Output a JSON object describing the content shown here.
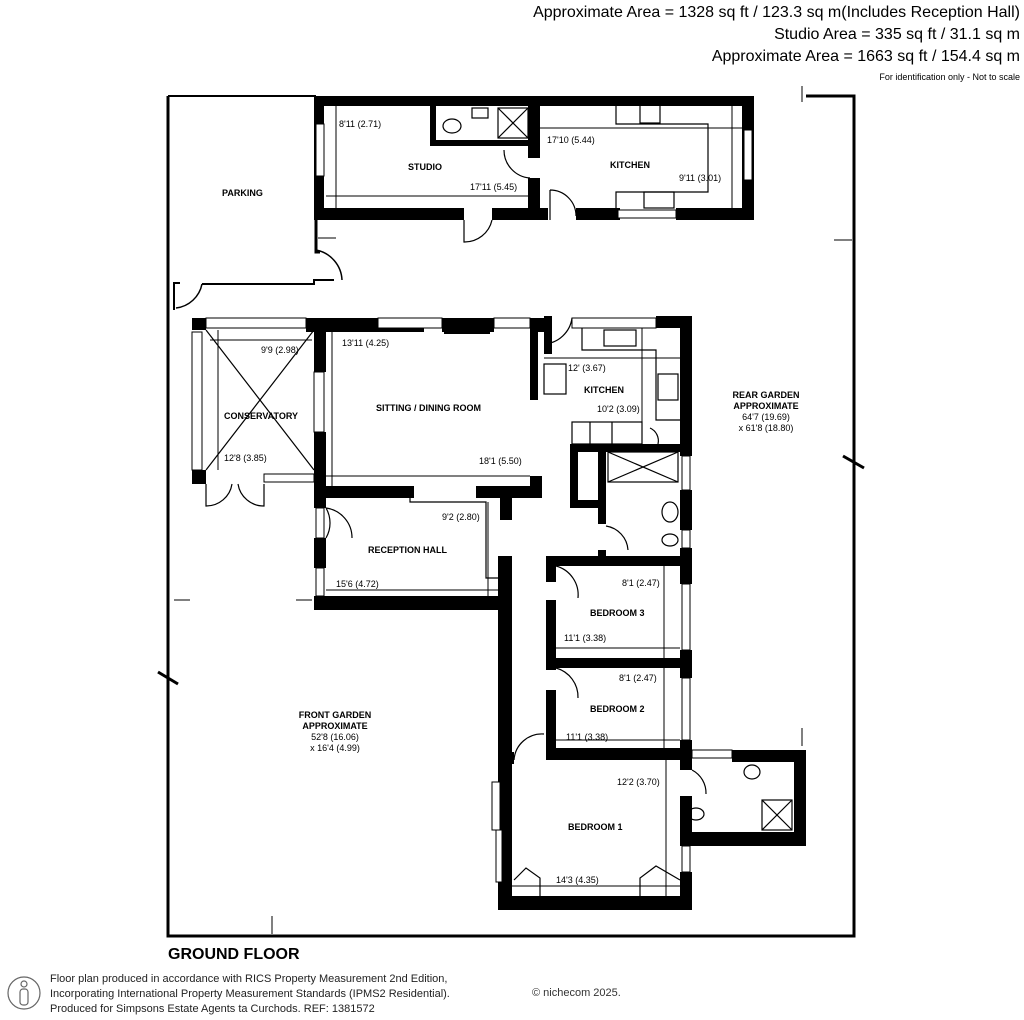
{
  "header": {
    "line1": "Approximate Area = 1328 sq ft / 123.3 sq m(Includes Reception Hall)",
    "line2": "Studio Area = 335 sq ft / 31.1 sq m",
    "line3": "Approximate Area = 1663 sq ft / 154.4 sq m",
    "note": "For identification only - Not to scale"
  },
  "rooms": {
    "parking": {
      "name": "PARKING"
    },
    "studio": {
      "name": "STUDIO",
      "dim_h": "8'11 (2.71)",
      "dim_w": "17'11 (5.45)"
    },
    "studio_kitchen": {
      "name": "KITCHEN",
      "dim_w": "17'10 (5.44)",
      "dim_h": "9'11 (3.01)"
    },
    "conservatory": {
      "name": "CONSERVATORY",
      "dim_w": "9'9 (2.98)",
      "dim_h": "12'8 (3.85)"
    },
    "sitting": {
      "name": "SITTING / DINING ROOM",
      "dim_h": "13'11 (4.25)",
      "dim_w": "18'1 (5.50)"
    },
    "kitchen": {
      "name": "KITCHEN",
      "dim_w": "12' (3.67)",
      "dim_h": "10'2 (3.09)"
    },
    "reception": {
      "name": "RECEPTION HALL",
      "dim_h": "9'2 (2.80)",
      "dim_w": "15'6 (4.72)"
    },
    "bedroom3": {
      "name": "BEDROOM 3",
      "dim_h": "8'1 (2.47)",
      "dim_w": "11'1 (3.38)"
    },
    "bedroom2": {
      "name": "BEDROOM 2",
      "dim_h": "8'1 (2.47)",
      "dim_w": "11'1 (3.38)"
    },
    "bedroom1": {
      "name": "BEDROOM 1",
      "dim_h": "12'2 (3.70)",
      "dim_w": "14'3 (4.35)"
    },
    "rear_garden": {
      "name1": "REAR GARDEN",
      "name2": "APPROXIMATE",
      "dim1": "64'7 (19.69)",
      "dim2": "x 61'8 (18.80)"
    },
    "front_garden": {
      "name1": "FRONT GARDEN",
      "name2": "APPROXIMATE",
      "dim1": "52'8 (16.06)",
      "dim2": "x 16'4 (4.99)"
    }
  },
  "floor_title": "GROUND FLOOR",
  "footer": {
    "line1": "Floor plan produced in accordance with RICS Property Measurement 2nd Edition,",
    "line2": "Incorporating International Property Measurement Standards (IPMS2 Residential).",
    "line3": "Produced for Simpsons Estate Agents ta Curchods.   REF: 1381572",
    "copyright": "© nichecom 2025."
  }
}
